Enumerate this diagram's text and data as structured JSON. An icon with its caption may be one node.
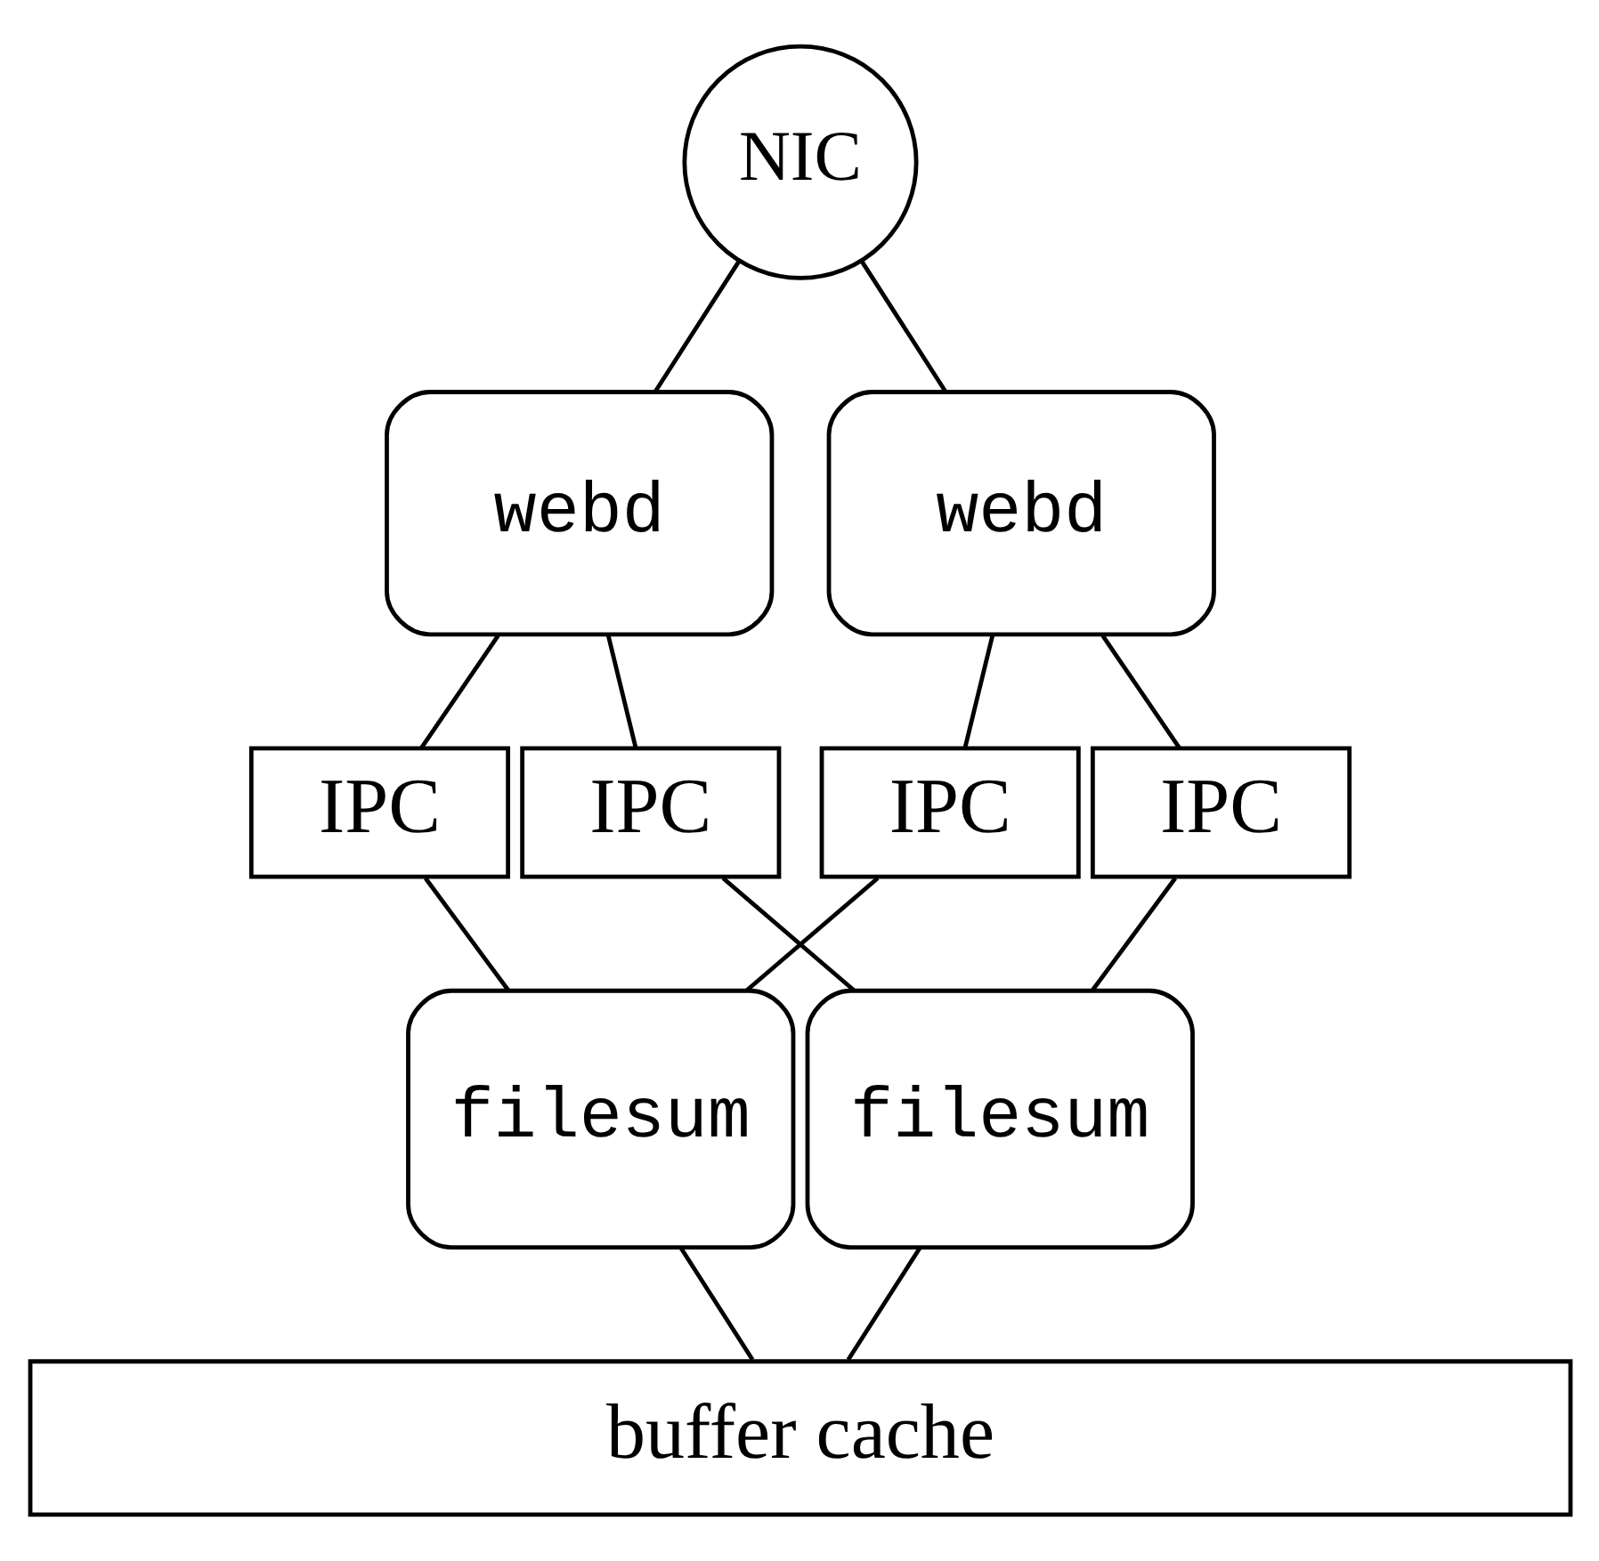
{
  "diagram": {
    "nodes": [
      {
        "text": [
          "NIC"
        ]
      },
      {
        "text": [
          "webd"
        ]
      },
      {
        "text": [
          "webd"
        ]
      },
      {
        "text": [
          "IPC"
        ]
      },
      {
        "text": [
          "IPC"
        ]
      },
      {
        "text": [
          "IPC"
        ]
      },
      {
        "text": [
          "IPC"
        ]
      },
      {
        "text": [
          "filesum"
        ]
      },
      {
        "text": [
          "filesum"
        ]
      },
      {
        "text": [
          "buffer cache"
        ]
      }
    ],
    "edges": [
      {
        "from": 0,
        "to": 1,
        "arrow": "none"
      },
      {
        "from": 0,
        "to": 2,
        "arrow": "none"
      },
      {
        "from": 1,
        "to": 3,
        "arrow": "none"
      },
      {
        "from": 1,
        "to": 4,
        "arrow": "none"
      },
      {
        "from": 2,
        "to": 5,
        "arrow": "none"
      },
      {
        "from": 2,
        "to": 6,
        "arrow": "none"
      },
      {
        "from": 3,
        "to": 7,
        "arrow": "none"
      },
      {
        "from": 4,
        "to": 8,
        "arrow": "none"
      },
      {
        "from": 5,
        "to": 7,
        "arrow": "none"
      },
      {
        "from": 6,
        "to": 8,
        "arrow": "none"
      },
      {
        "from": 7,
        "to": 9,
        "arrow": "none"
      },
      {
        "from": 8,
        "to": 9,
        "arrow": "none"
      }
    ]
  }
}
